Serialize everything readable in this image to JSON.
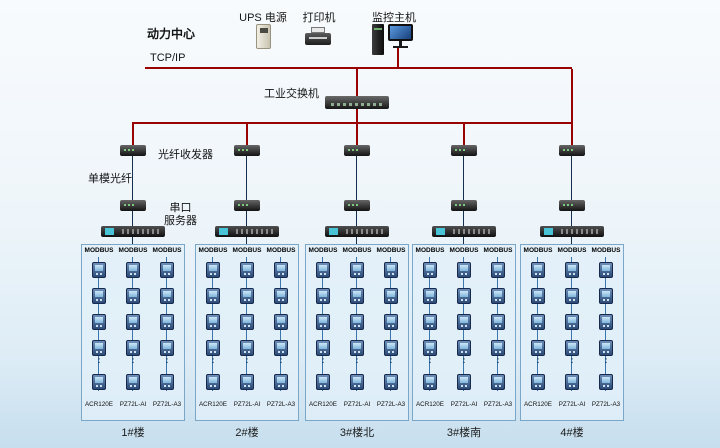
{
  "page": {
    "site_label": "动力中心",
    "ups_label": "UPS 电源",
    "printer_label": "打印机",
    "host_label": "监控主机",
    "tcp_label": "TCP/IP",
    "switch_label": "工业交换机",
    "fiber_transceiver_label": "光纤收发器",
    "fiber_label": "单模光纤",
    "serial_label_line1": "串口",
    "serial_label_line2": "服务器"
  },
  "dots": "⋮",
  "meters": {
    "rows_before_dots": 4,
    "rows_after_dots": 1
  },
  "groups": [
    {
      "building": "1#楼",
      "columns": [
        {
          "bus": "MODBUS",
          "meter_model": "ACR120E"
        },
        {
          "bus": "MODBUS",
          "meter_model": "PZ72L-AI"
        },
        {
          "bus": "MODBUS",
          "meter_model": "PZ72L-A3"
        }
      ]
    },
    {
      "building": "2#楼",
      "columns": [
        {
          "bus": "MODBUS",
          "meter_model": "ACR120E"
        },
        {
          "bus": "MODBUS",
          "meter_model": "PZ72L-AI"
        },
        {
          "bus": "MODBUS",
          "meter_model": "PZ72L-A3"
        }
      ]
    },
    {
      "building": "3#楼北",
      "columns": [
        {
          "bus": "MODBUS",
          "meter_model": "ACR120E"
        },
        {
          "bus": "MODBUS",
          "meter_model": "PZ72L-AI"
        },
        {
          "bus": "MODBUS",
          "meter_model": "PZ72L-A3"
        }
      ]
    },
    {
      "building": "3#楼南",
      "columns": [
        {
          "bus": "MODBUS",
          "meter_model": "ACR120E"
        },
        {
          "bus": "MODBUS",
          "meter_model": "PZ72L-AI"
        },
        {
          "bus": "MODBUS",
          "meter_model": "PZ72L-A3"
        }
      ]
    },
    {
      "building": "4#楼",
      "columns": [
        {
          "bus": "MODBUS",
          "meter_model": "ACR120E"
        },
        {
          "bus": "MODBUS",
          "meter_model": "PZ72L-AI"
        },
        {
          "bus": "MODBUS",
          "meter_model": "PZ72L-A3"
        }
      ]
    }
  ],
  "colors": {
    "ethernet_line": "#990403",
    "modbus_line": "#3a76ad",
    "group_box_border": "#7aa6c8",
    "group_box_fill": "#e2eff8"
  }
}
